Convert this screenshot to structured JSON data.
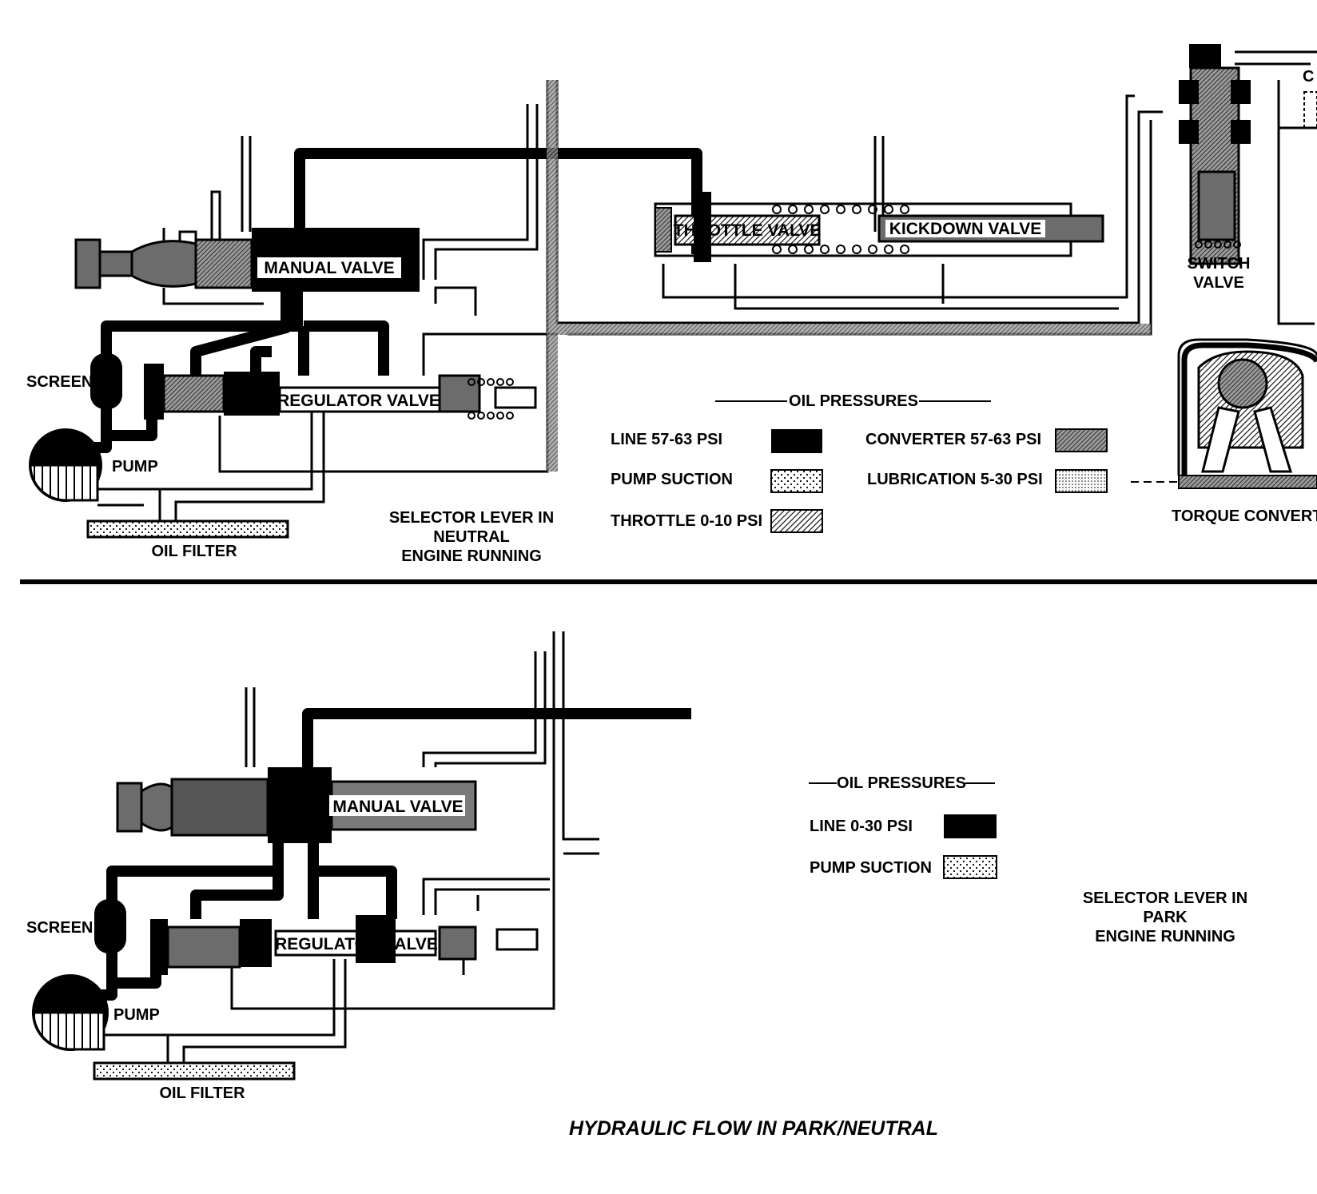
{
  "colors": {
    "ink": "#000000",
    "paper": "#ffffff",
    "converter_gray": "#7a7a7a",
    "valve_gray": "#8c8c8c"
  },
  "top": {
    "labels": {
      "screen": "SCREEN",
      "pump": "PUMP",
      "oil_filter": "OIL FILTER",
      "manual_valve": "MANUAL VALVE",
      "regulator_valve": "REGULATOR VALVE",
      "throttle_valve": "THROTTLE VALVE",
      "kickdown_valve": "KICKDOWN VALVE",
      "switch_valve_1": "SWITCH",
      "switch_valve_2": "VALVE",
      "torque_converter": "TORQUE CONVERT",
      "edge_letter": "C"
    },
    "legend": {
      "heading": "OIL PRESSURES",
      "items": [
        {
          "label": "LINE 57-63 PSI",
          "pattern": "solid-black"
        },
        {
          "label": "PUMP SUCTION",
          "pattern": "dots"
        },
        {
          "label": "THROTTLE 0-10 PSI",
          "pattern": "hatch"
        },
        {
          "label": "CONVERTER 57-63 PSI",
          "pattern": "hatch-dense"
        },
        {
          "label": "LUBRICATION 5-30 PSI",
          "pattern": "fine-dots"
        }
      ]
    },
    "condition": [
      "SELECTOR LEVER IN",
      "NEUTRAL",
      "ENGINE RUNNING"
    ]
  },
  "bottom": {
    "labels": {
      "screen": "SCREEN",
      "pump": "PUMP",
      "oil_filter": "OIL FILTER",
      "manual_valve": "MANUAL VALVE",
      "regulator_valve": "REGULATOR VALVE"
    },
    "legend": {
      "heading": "OIL PRESSURES",
      "items": [
        {
          "label": "LINE 0-30 PSI",
          "pattern": "solid-black"
        },
        {
          "label": "PUMP SUCTION",
          "pattern": "dots"
        }
      ]
    },
    "condition": [
      "SELECTOR LEVER IN",
      "PARK",
      "ENGINE RUNNING"
    ]
  },
  "caption": "HYDRAULIC FLOW IN PARK/NEUTRAL"
}
